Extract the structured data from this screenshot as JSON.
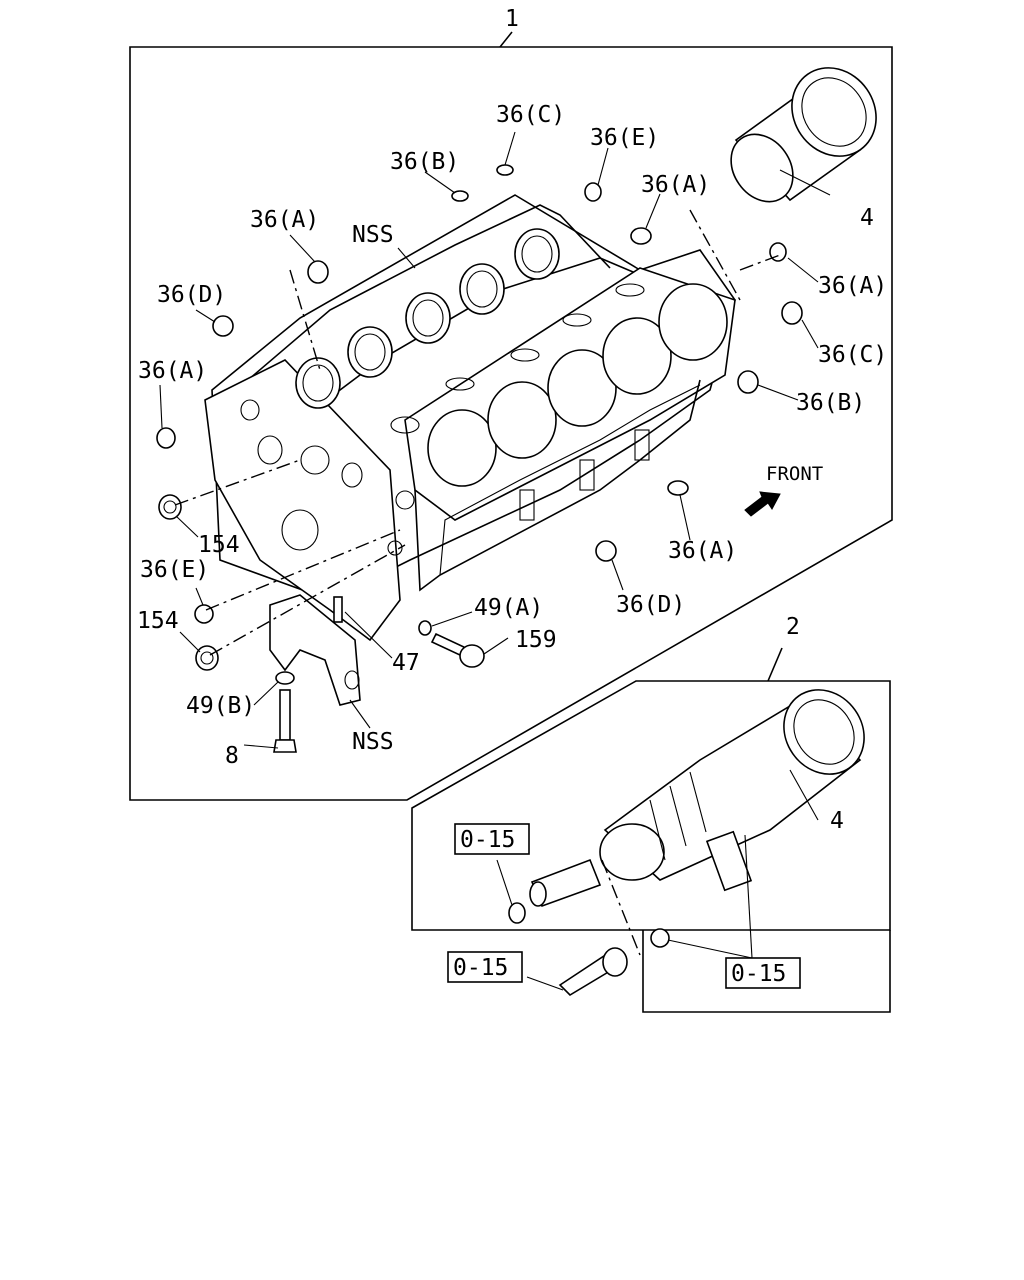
{
  "diagram": {
    "front_label": "FRONT",
    "callouts": {
      "c1": "1",
      "c2": "2",
      "c4_top": "4",
      "c4_bottom": "4",
      "c36c_top": "36(C)",
      "c36e_top": "36(E)",
      "c36b_left": "36(B)",
      "c36a_top_right": "36(A)",
      "c36a_left_top": "36(A)",
      "nss_top": "NSS",
      "c36d_left": "36(D)",
      "c36a_left": "36(A)",
      "c36a_right1": "36(A)",
      "c36c_right": "36(C)",
      "c36b_right": "36(B)",
      "c36a_mid": "36(A)",
      "c36d_mid": "36(D)",
      "c154_a": "154",
      "c36e_left": "36(E)",
      "c154_b": "154",
      "c49a": "49(A)",
      "c159": "159",
      "c47": "47",
      "c49b": "49(B)",
      "c8": "8",
      "nss_bottom": "NSS"
    },
    "refs": {
      "ref1": "0-15",
      "ref2": "0-15",
      "ref3": "0-15"
    }
  }
}
